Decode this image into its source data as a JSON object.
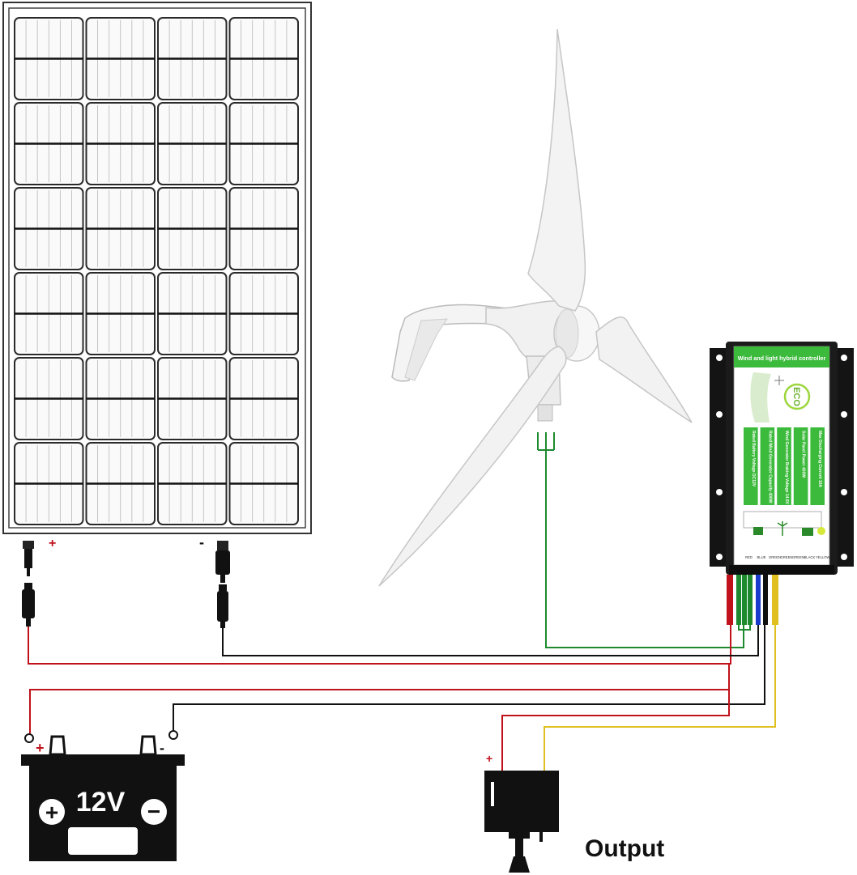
{
  "solar_panel": {
    "positive_label": "+",
    "negative_label": "-"
  },
  "controller": {
    "title": "Wind and light hybrid controller",
    "badge": "ECO",
    "spec_lines": [
      "Rated Battery Voltage",
      "Rated Wind Generator Capacity",
      "Wind Generator Braking Voltage",
      "Solar Panel Power",
      "Max Discharging Current"
    ],
    "spec_values": [
      "DC12V",
      "400W",
      "14.5V",
      "400W",
      "10A"
    ],
    "terminal_labels": [
      "RED",
      "BLUE",
      "GREEN",
      "GREEN",
      "GREEN",
      "BLACK",
      "YELLOW"
    ]
  },
  "battery": {
    "voltage_label": "12V",
    "positive_symbol": "+",
    "negative_symbol": "−",
    "terminal_positive_label": "+",
    "terminal_negative_label": "-"
  },
  "output": {
    "label": "Output",
    "positive_label": "+"
  },
  "colors": {
    "red_wire": "#c0121a",
    "black_wire": "#111111",
    "green_wire": "#1e8a2e",
    "yellow_wire": "#e0c020",
    "blue_wire": "#1a3ccc",
    "controller_green": "#3cba3c"
  }
}
